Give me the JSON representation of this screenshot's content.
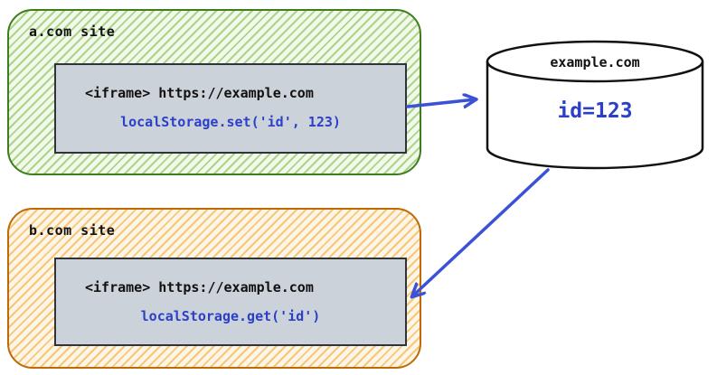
{
  "diagram": {
    "site_a": {
      "label": "a.com site",
      "iframe_line": "<iframe> https://example.com",
      "code_line": "localStorage.set('id', 123)"
    },
    "site_b": {
      "label": "b.com site",
      "iframe_line": "<iframe> https://example.com",
      "code_line": "localStorage.get('id')"
    },
    "storage": {
      "domain": "example.com",
      "value": "id=123"
    },
    "colors": {
      "site_a_border": "#3f7d1e",
      "site_a_hatch": "#85c158",
      "site_b_border": "#bf6a04",
      "site_b_hatch": "#f5b750",
      "iframe_fill": "#ccd2d9",
      "iframe_border": "#2f343a",
      "code_blue": "#2b3fc9",
      "arrow_blue": "#3b52d6",
      "cylinder_stroke": "#111111",
      "cylinder_fill": "#ffffff"
    }
  }
}
